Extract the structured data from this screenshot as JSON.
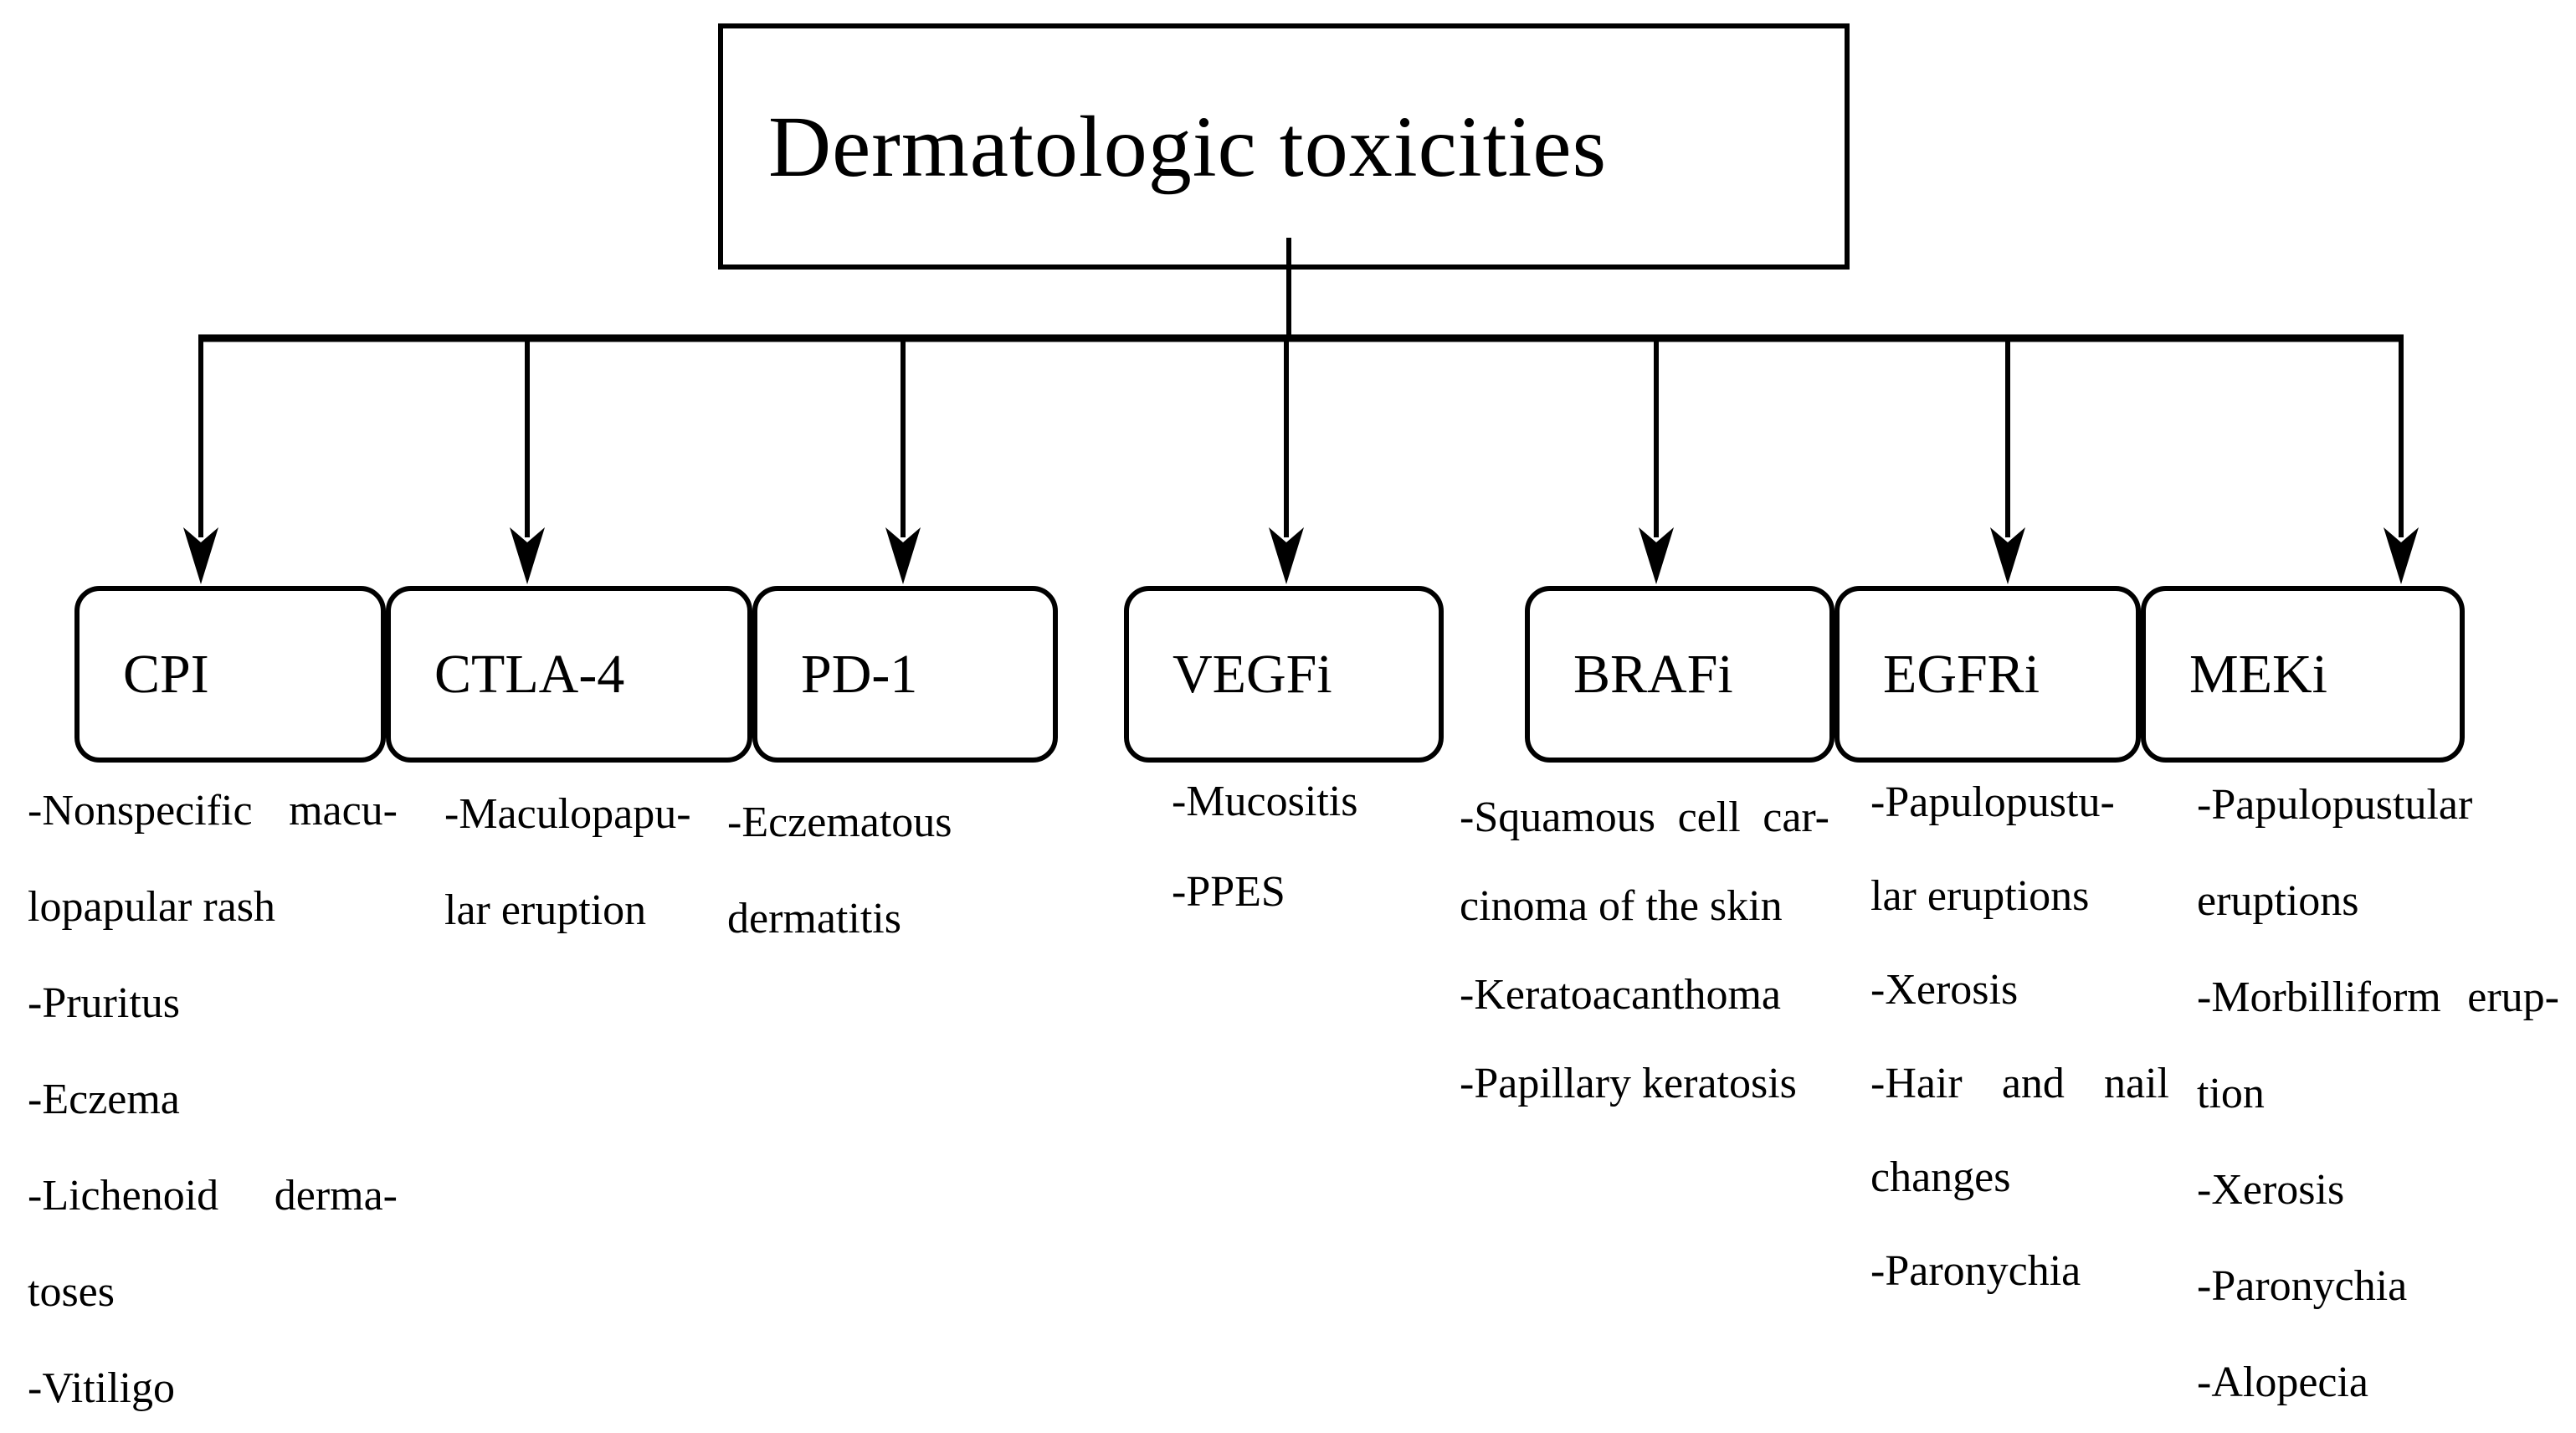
{
  "diagram": {
    "title": "Dermatologic toxicities",
    "colors": {
      "ink": "#000000",
      "background": "#ffffff"
    },
    "groups": [
      {
        "box": "CPI",
        "items": [
          "-Nonspecific macu-",
          "lopapular rash",
          "-Pruritus",
          "-Eczema",
          "-Lichenoid derma-",
          "toses",
          "-Vitiligo"
        ]
      },
      {
        "box": "CTLA-4",
        "items": [
          "-Maculopapu-",
          "lar eruption"
        ]
      },
      {
        "box": "PD-1",
        "items": [
          "-Eczematous",
          "dermatitis"
        ]
      },
      {
        "box": "VEGFi",
        "items": [
          "-Mucositis",
          "-PPES"
        ]
      },
      {
        "box": "BRAFi",
        "items": [
          "-Squamous cell car-",
          "cinoma of the skin",
          "-Keratoacanthoma",
          "-Papillary keratosis"
        ]
      },
      {
        "box": "EGFRi",
        "items": [
          "-Papulopustu-",
          "lar eruptions",
          "-Xerosis",
          "-Hair and nail",
          "changes",
          "-Paronychia"
        ]
      },
      {
        "box": "MEKi",
        "items": [
          "-Papulopustular",
          "eruptions",
          "-Morbilliform erup-",
          "tion",
          "-Xerosis",
          "-Paronychia",
          "-Alopecia"
        ]
      }
    ]
  }
}
